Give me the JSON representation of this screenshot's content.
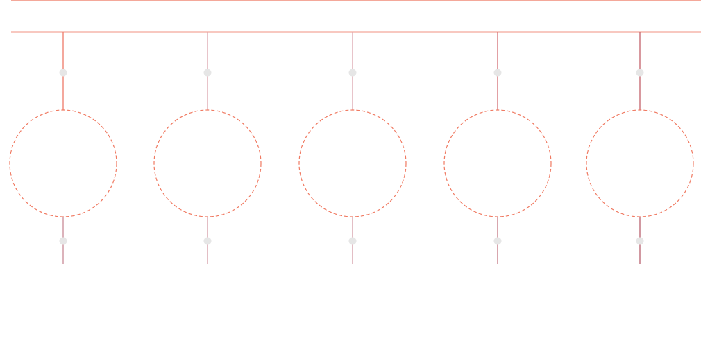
{
  "diagram": {
    "type": "hanging-nodes",
    "colors": {
      "rail": "#f4a89a",
      "circle_stroke": "#f07a62",
      "dot": "#e6e6e6",
      "background": "#ffffff"
    },
    "rails": [
      "top-rail",
      "hanger-rail"
    ],
    "nodes": [
      {
        "id": "node-1",
        "upper_stroke": "#ef7a68",
        "lower_stroke": "#c98a96"
      },
      {
        "id": "node-2",
        "upper_stroke": "#dca4ae",
        "lower_stroke": "#d49aa6"
      },
      {
        "id": "node-3",
        "upper_stroke": "#dca4ae",
        "lower_stroke": "#d49aa6"
      },
      {
        "id": "node-4",
        "upper_stroke": "#d26d72",
        "lower_stroke": "#c27582"
      },
      {
        "id": "node-5",
        "upper_stroke": "#c2606a",
        "lower_stroke": "#b8606e"
      }
    ]
  }
}
